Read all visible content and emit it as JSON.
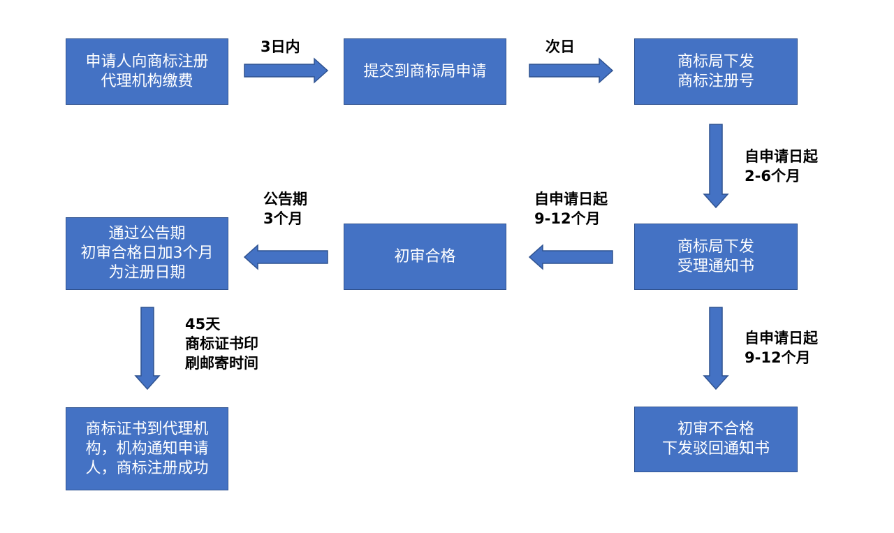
{
  "colors": {
    "box_fill": "#4472c4",
    "box_border": "#2f528f",
    "box_text": "#ffffff",
    "arrow_fill": "#4472c4",
    "label_text": "#000000"
  },
  "boxes": {
    "pay_fee": [
      "申请人向商标注册",
      "代理机构缴费"
    ],
    "submit": [
      "提交到商标局申请"
    ],
    "issue_number": [
      "商标局下发",
      "商标注册号"
    ],
    "acceptance_notice": [
      "商标局下发",
      "受理通知书"
    ],
    "prelim_pass": [
      "初审合格"
    ],
    "announcement_pass": [
      "通过公告期",
      "初审合格日加3个月",
      "为注册日期"
    ],
    "certificate": [
      "商标证书到代理机",
      "构，机构通知申请",
      "人，商标注册成功"
    ],
    "prelim_fail": [
      "初审不合格",
      "下发驳回通知书"
    ]
  },
  "labels": {
    "within_3_days": [
      "3日内"
    ],
    "next_day": [
      "次日"
    ],
    "from_apply_2_6": [
      "自申请日起",
      "2-6个月"
    ],
    "from_apply_9_12_left": [
      "自申请日起",
      "9-12个月"
    ],
    "announcement_period": [
      "公告期",
      "3个月"
    ],
    "days_45": [
      "45天",
      "商标证书印",
      "刷邮寄时间"
    ],
    "from_apply_9_12_down": [
      "自申请日起",
      "9-12个月"
    ]
  }
}
